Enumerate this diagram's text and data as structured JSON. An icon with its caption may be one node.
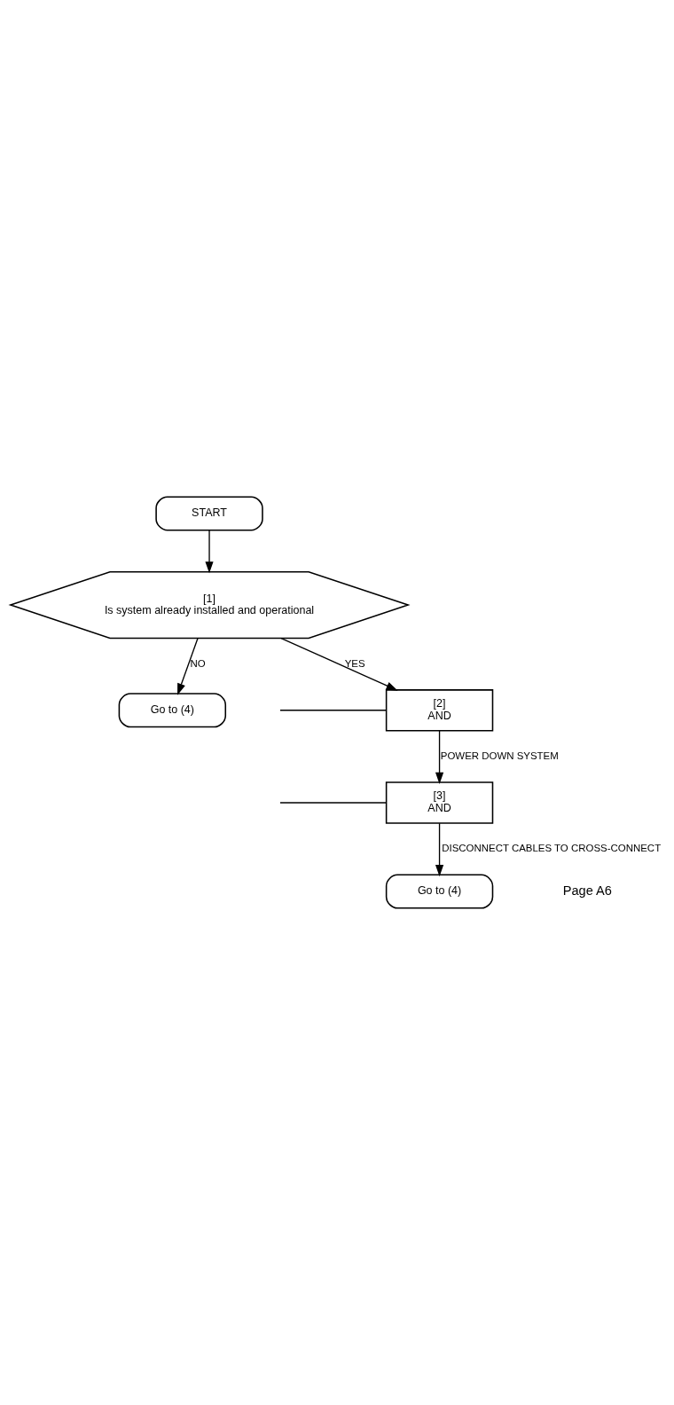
{
  "diagram": {
    "nodes": [
      {
        "text": [
          "START"
        ]
      },
      {
        "text": [
          "[1]",
          "Is system already installed and operational"
        ]
      },
      {
        "text": [
          "Go to (4)"
        ]
      },
      {
        "text": [
          "[2]",
          "AND"
        ]
      },
      {
        "text": [
          "[3]",
          "AND"
        ]
      },
      {
        "text": [
          "Go to (4)"
        ]
      }
    ],
    "edges": [
      {
        "from": 0,
        "to": 1,
        "arrow": "to"
      },
      {
        "from": 1,
        "to": 2,
        "arrow": "to",
        "label": "NO"
      },
      {
        "from": 1,
        "to": 3,
        "arrow": "to",
        "label": "YES"
      },
      {
        "from": null,
        "to": 3,
        "arrow": "none"
      },
      {
        "from": 3,
        "to": 4,
        "arrow": "to",
        "label": "POWER DOWN SYSTEM"
      },
      {
        "from": null,
        "to": 4,
        "arrow": "none"
      },
      {
        "from": 4,
        "to": 5,
        "arrow": "to",
        "label": "DISCONNECT CABLES TO CROSS-CONNECT"
      }
    ],
    "labels": [
      "Page A6"
    ]
  }
}
